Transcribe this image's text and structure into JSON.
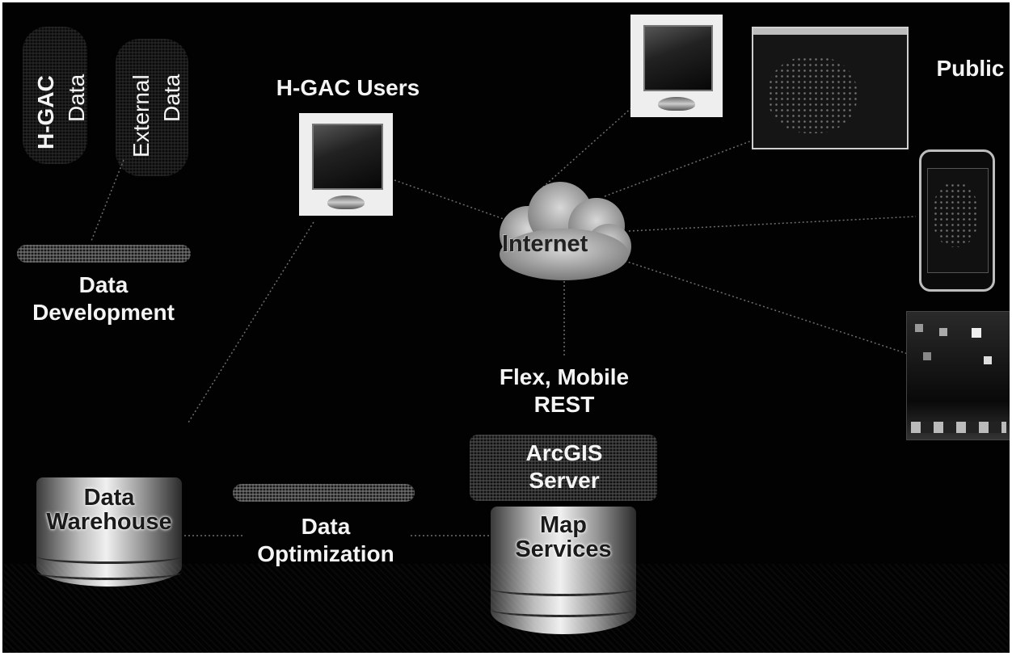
{
  "sources": {
    "hgac_data": {
      "line1": "H-GAC",
      "line2": "Data"
    },
    "external_data": {
      "line1": "External",
      "line2": "Data"
    }
  },
  "data_development": {
    "line1": "Data",
    "line2": "Development"
  },
  "hgac_users": "H-GAC Users",
  "public": "Public",
  "internet": "Internet",
  "protocols": {
    "line1": "Flex, Mobile",
    "line2": "REST"
  },
  "arcgis_server": {
    "line1": "ArcGIS",
    "line2": "Server"
  },
  "map_services": {
    "line1": "Map",
    "line2": "Services"
  },
  "data_warehouse": {
    "line1": "Data",
    "line2": "Warehouse"
  },
  "data_optimization": {
    "line1": "Data",
    "line2": "Optimization"
  },
  "icons": {
    "user_monitor": "monitor-icon",
    "public_monitor": "monitor-icon",
    "web_map": "web-map-icon",
    "smartphone": "smartphone-icon",
    "tablet": "tablet-icon",
    "cloud": "cloud-icon",
    "database": "database-icon"
  }
}
